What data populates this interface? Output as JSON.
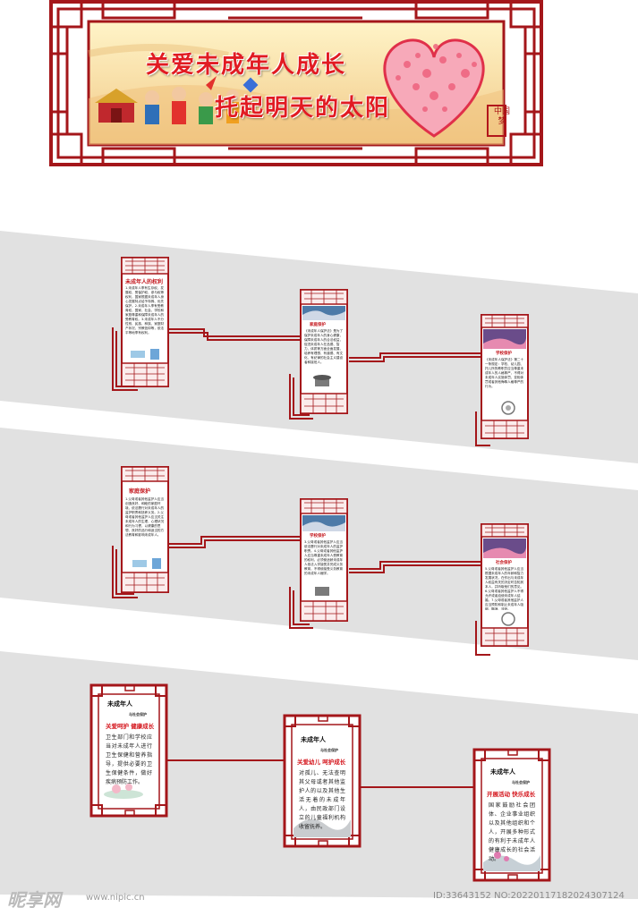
{
  "colors": {
    "frame": "#a4161a",
    "accent": "#e11b22",
    "wall": "#e1e1e1"
  },
  "banner": {
    "line1": "关爱未成年人成长",
    "line2": "托起明天的太阳",
    "seal": "中国梦"
  },
  "row1": {
    "panel1": {
      "heading": "未成年人的权利",
      "body": "1.未成年人享有生存权、发展权、受保护权、参与权等权利，国家根据未成年人身心发展特点给予特殊、优先保护。2.未成年人享有受教育权，国家、社会、学校和家庭尊重和保障未成年人的受教育权。3.未成年人不分性别、民族、种族、家庭财产状况、宗教信仰等，依法平等地享有权利。"
    },
    "panel2": {
      "heading": "家庭保护",
      "body": "《未成年人保护法》是为了保护未成年人的身心健康，保障未成年人的合法权益，促进未成年人在品德、智力、体质等方面全面发展，培养有理想、有道德、有文化、有纪律的社会主义建设者和接班人。"
    },
    "panel3": {
      "heading": "学校保护",
      "body": "《未成年人保护法》第二十一条规定：学校、幼儿园、托儿所的教职员应当尊重未成年人的人格尊严，不得对未成年人实施体罚、变相体罚或者其他侮辱人格尊严的行为。"
    }
  },
  "row2": {
    "panel1": {
      "heading": "家庭保护",
      "body": "1.父母或者其他监护人应当创造良好、和睦的家庭环境，依法履行对未成年人的监护职责和抚养义务。2.父母或者其他监护人应当关注未成年人的生理、心理状况和行为习惯，以健康的思想、良好的品行和适当的方法教育和影响未成年人。"
    },
    "panel2": {
      "heading": "学校保护",
      "body": "3.父母或者其他监护人应当依法履行对未成年人的监护职责。4.父母或者其他监护人应当尊重未成年人受教育的权利，必须使适龄未成年人依法入学接受并完成义务教育，不得使接受义务教育的未成年人辍学。"
    },
    "panel3": {
      "heading": "社会保护",
      "body": "5.父母或者其他监护人应当根据未成年人的年龄和智力发展状况，在作出与未成年人权益有关的决定时告知其本人，并听取他们的意见。6.父母或者其他监护人不得允许或者迫使未成年人结婚。7.父母或者其他监护人应当预防和制止未成年人吸烟、酗酒、流浪。"
    }
  },
  "row3": {
    "panel1": {
      "title": "未成年人",
      "subtitle": "与社会保护",
      "slogan": "关爱呵护 健康成长",
      "body": "卫生部门和学校应当对未成年人进行卫生保健和营养指导，提供必要的卫生保健条件，做好疾病预防工作。"
    },
    "panel2": {
      "title": "未成年人",
      "subtitle": "与社会保护",
      "slogan": "关爱幼儿 呵护成长",
      "body": "对孤儿、无法查明其父母或者其他监护人的以及其他生活无着的未成年人，由民政部门设立的儿童福利机构收留抚养。"
    },
    "panel3": {
      "title": "未成年人",
      "subtitle": "与社会保护",
      "slogan": "开展活动 快乐成长",
      "body": "国家鼓励社会团体、企业事业组织以及其他组织和个人，开展多种形式的有利于未成年人健康成长的社会活动。"
    }
  },
  "watermark": {
    "logo": "昵享网",
    "url": "www.nipic.cn",
    "id": "ID:33643152 NO:20220117182024307124"
  }
}
